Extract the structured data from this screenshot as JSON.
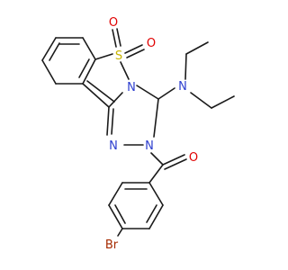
{
  "molecule": {
    "atoms": [
      {
        "label": "S",
        "color": "#c8b400"
      },
      {
        "label": "O",
        "color": "#e00000"
      },
      {
        "label": "O",
        "color": "#e00000"
      },
      {
        "label": "N",
        "color": "#2d3ecf"
      },
      {
        "label": "N",
        "color": "#2d3ecf"
      },
      {
        "label": "N",
        "color": "#2d3ecf"
      },
      {
        "label": "N",
        "color": "#2d3ecf"
      },
      {
        "label": "O",
        "color": "#e00000"
      },
      {
        "label": "Br",
        "color": "#a52a00"
      }
    ]
  }
}
